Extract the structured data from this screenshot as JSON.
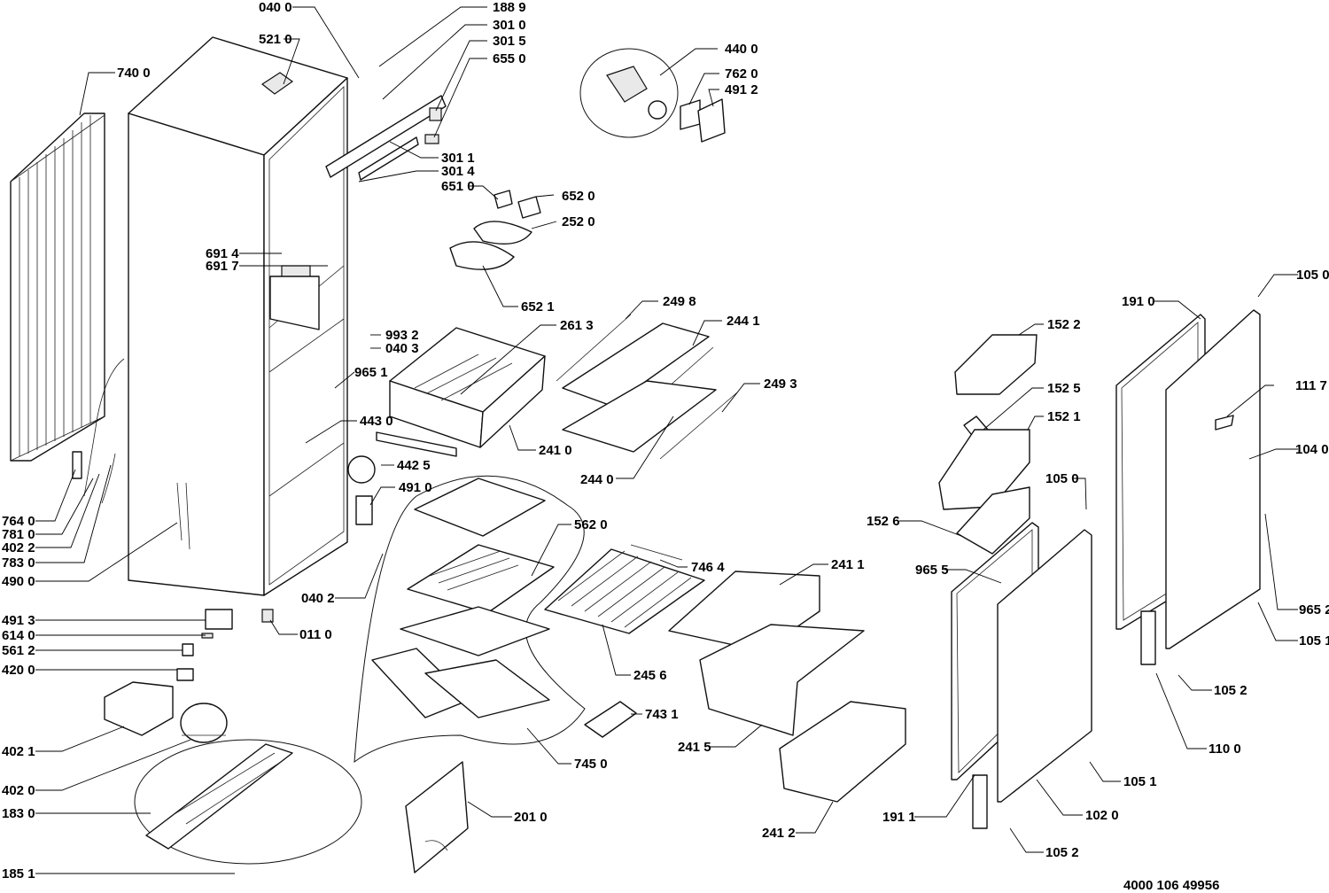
{
  "document_id": "4000 106  49956",
  "callouts": [
    {
      "key": "p0400",
      "label": "040 0"
    },
    {
      "key": "p1889",
      "label": "188 9"
    },
    {
      "key": "p3010",
      "label": "301 0"
    },
    {
      "key": "p3015",
      "label": "301 5"
    },
    {
      "key": "p6550",
      "label": "655 0"
    },
    {
      "key": "p5210",
      "label": "521 0"
    },
    {
      "key": "p7400",
      "label": "740 0"
    },
    {
      "key": "p4400",
      "label": "440 0"
    },
    {
      "key": "p7620",
      "label": "762 0"
    },
    {
      "key": "p4912",
      "label": "491 2"
    },
    {
      "key": "p3011",
      "label": "301 1"
    },
    {
      "key": "p3014",
      "label": "301 4"
    },
    {
      "key": "p6510",
      "label": "651 0"
    },
    {
      "key": "p6520",
      "label": "652 0"
    },
    {
      "key": "p2520",
      "label": "252 0"
    },
    {
      "key": "p6914",
      "label": "691 4"
    },
    {
      "key": "p6917",
      "label": "691 7"
    },
    {
      "key": "p6521",
      "label": "652 1"
    },
    {
      "key": "p2498",
      "label": "249 8"
    },
    {
      "key": "p2613",
      "label": "261 3"
    },
    {
      "key": "p2441",
      "label": "244 1"
    },
    {
      "key": "p1050a",
      "label": "105 0"
    },
    {
      "key": "p1910",
      "label": "191 0"
    },
    {
      "key": "p1522",
      "label": "152 2"
    },
    {
      "key": "p9932",
      "label": "993 2"
    },
    {
      "key": "p0403",
      "label": "040 3"
    },
    {
      "key": "p9651",
      "label": "965 1"
    },
    {
      "key": "p2493",
      "label": "249 3"
    },
    {
      "key": "p1525",
      "label": "152 5"
    },
    {
      "key": "p1117",
      "label": "111 7"
    },
    {
      "key": "p4430",
      "label": "443 0"
    },
    {
      "key": "p1521",
      "label": "152 1"
    },
    {
      "key": "p2410",
      "label": "241 0"
    },
    {
      "key": "p1040",
      "label": "104 0"
    },
    {
      "key": "p4425",
      "label": "442 5"
    },
    {
      "key": "p2440",
      "label": "244 0"
    },
    {
      "key": "p1050b",
      "label": "105 0"
    },
    {
      "key": "p4910",
      "label": "491 0"
    },
    {
      "key": "p7640",
      "label": "764 0"
    },
    {
      "key": "p7810",
      "label": "781 0"
    },
    {
      "key": "p4022",
      "label": "402 2"
    },
    {
      "key": "p7830",
      "label": "783 0"
    },
    {
      "key": "p5620",
      "label": "562 0"
    },
    {
      "key": "p1526",
      "label": "152 6"
    },
    {
      "key": "p4900",
      "label": "490 0"
    },
    {
      "key": "p7464",
      "label": "746 4"
    },
    {
      "key": "p2411",
      "label": "241 1"
    },
    {
      "key": "p9655",
      "label": "965 5"
    },
    {
      "key": "p0402",
      "label": "040 2"
    },
    {
      "key": "p9652",
      "label": "965 2"
    },
    {
      "key": "p4913",
      "label": "491 3"
    },
    {
      "key": "p0110",
      "label": "011 0"
    },
    {
      "key": "p6140",
      "label": "614 0"
    },
    {
      "key": "p1051a",
      "label": "105 1"
    },
    {
      "key": "p5612",
      "label": "561 2"
    },
    {
      "key": "p4200",
      "label": "420 0"
    },
    {
      "key": "p2456",
      "label": "245 6"
    },
    {
      "key": "p1052a",
      "label": "105 2"
    },
    {
      "key": "p7431",
      "label": "743 1"
    },
    {
      "key": "p2415",
      "label": "241 5"
    },
    {
      "key": "p4021",
      "label": "402 1"
    },
    {
      "key": "p1100",
      "label": "110 0"
    },
    {
      "key": "p7450",
      "label": "745 0"
    },
    {
      "key": "p1051b",
      "label": "105 1"
    },
    {
      "key": "p4020",
      "label": "402 0"
    },
    {
      "key": "p1830",
      "label": "183 0"
    },
    {
      "key": "p2010",
      "label": "201 0"
    },
    {
      "key": "p1911",
      "label": "191 1"
    },
    {
      "key": "p1020",
      "label": "102 0"
    },
    {
      "key": "p2412",
      "label": "241 2"
    },
    {
      "key": "p1052b",
      "label": "105 2"
    },
    {
      "key": "p1851",
      "label": "185 1"
    }
  ]
}
